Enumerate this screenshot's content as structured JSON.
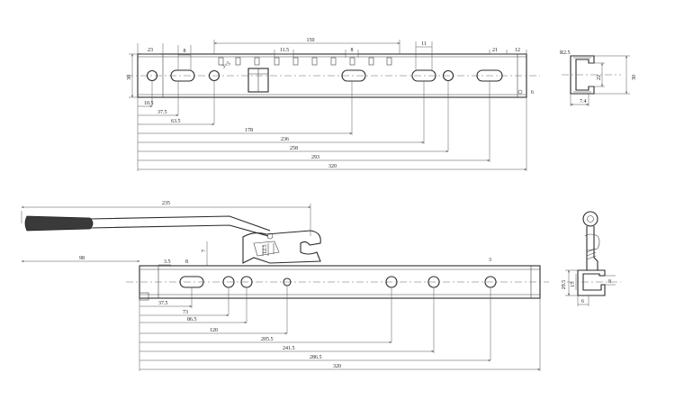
{
  "top_view": {
    "dims_top": [
      "23",
      "8",
      "150",
      "11.5",
      "8",
      "11",
      "21",
      "12"
    ],
    "dim_height": "30",
    "dim_small": "3×5",
    "dims_bottom": [
      "10.5",
      "37.5",
      "63.5",
      "178",
      "236",
      "258",
      "293",
      "320"
    ],
    "dim_right": "6"
  },
  "top_section": {
    "dims": [
      "R2.5",
      "22",
      "30",
      "7.4"
    ]
  },
  "bottom_view": {
    "dim_handle": "235",
    "dim_lever_offset": "98",
    "dim_lever_small": "7",
    "dim_latch": "12.5",
    "dims_top": [
      "3.5",
      "8",
      "3"
    ],
    "dims_bottom": [
      "37.5",
      "73",
      "86.5",
      "120",
      "205.5",
      "241.5",
      "286.5",
      "320"
    ]
  },
  "bottom_section": {
    "dims": [
      "29.5",
      "17",
      "8",
      "6"
    ]
  }
}
